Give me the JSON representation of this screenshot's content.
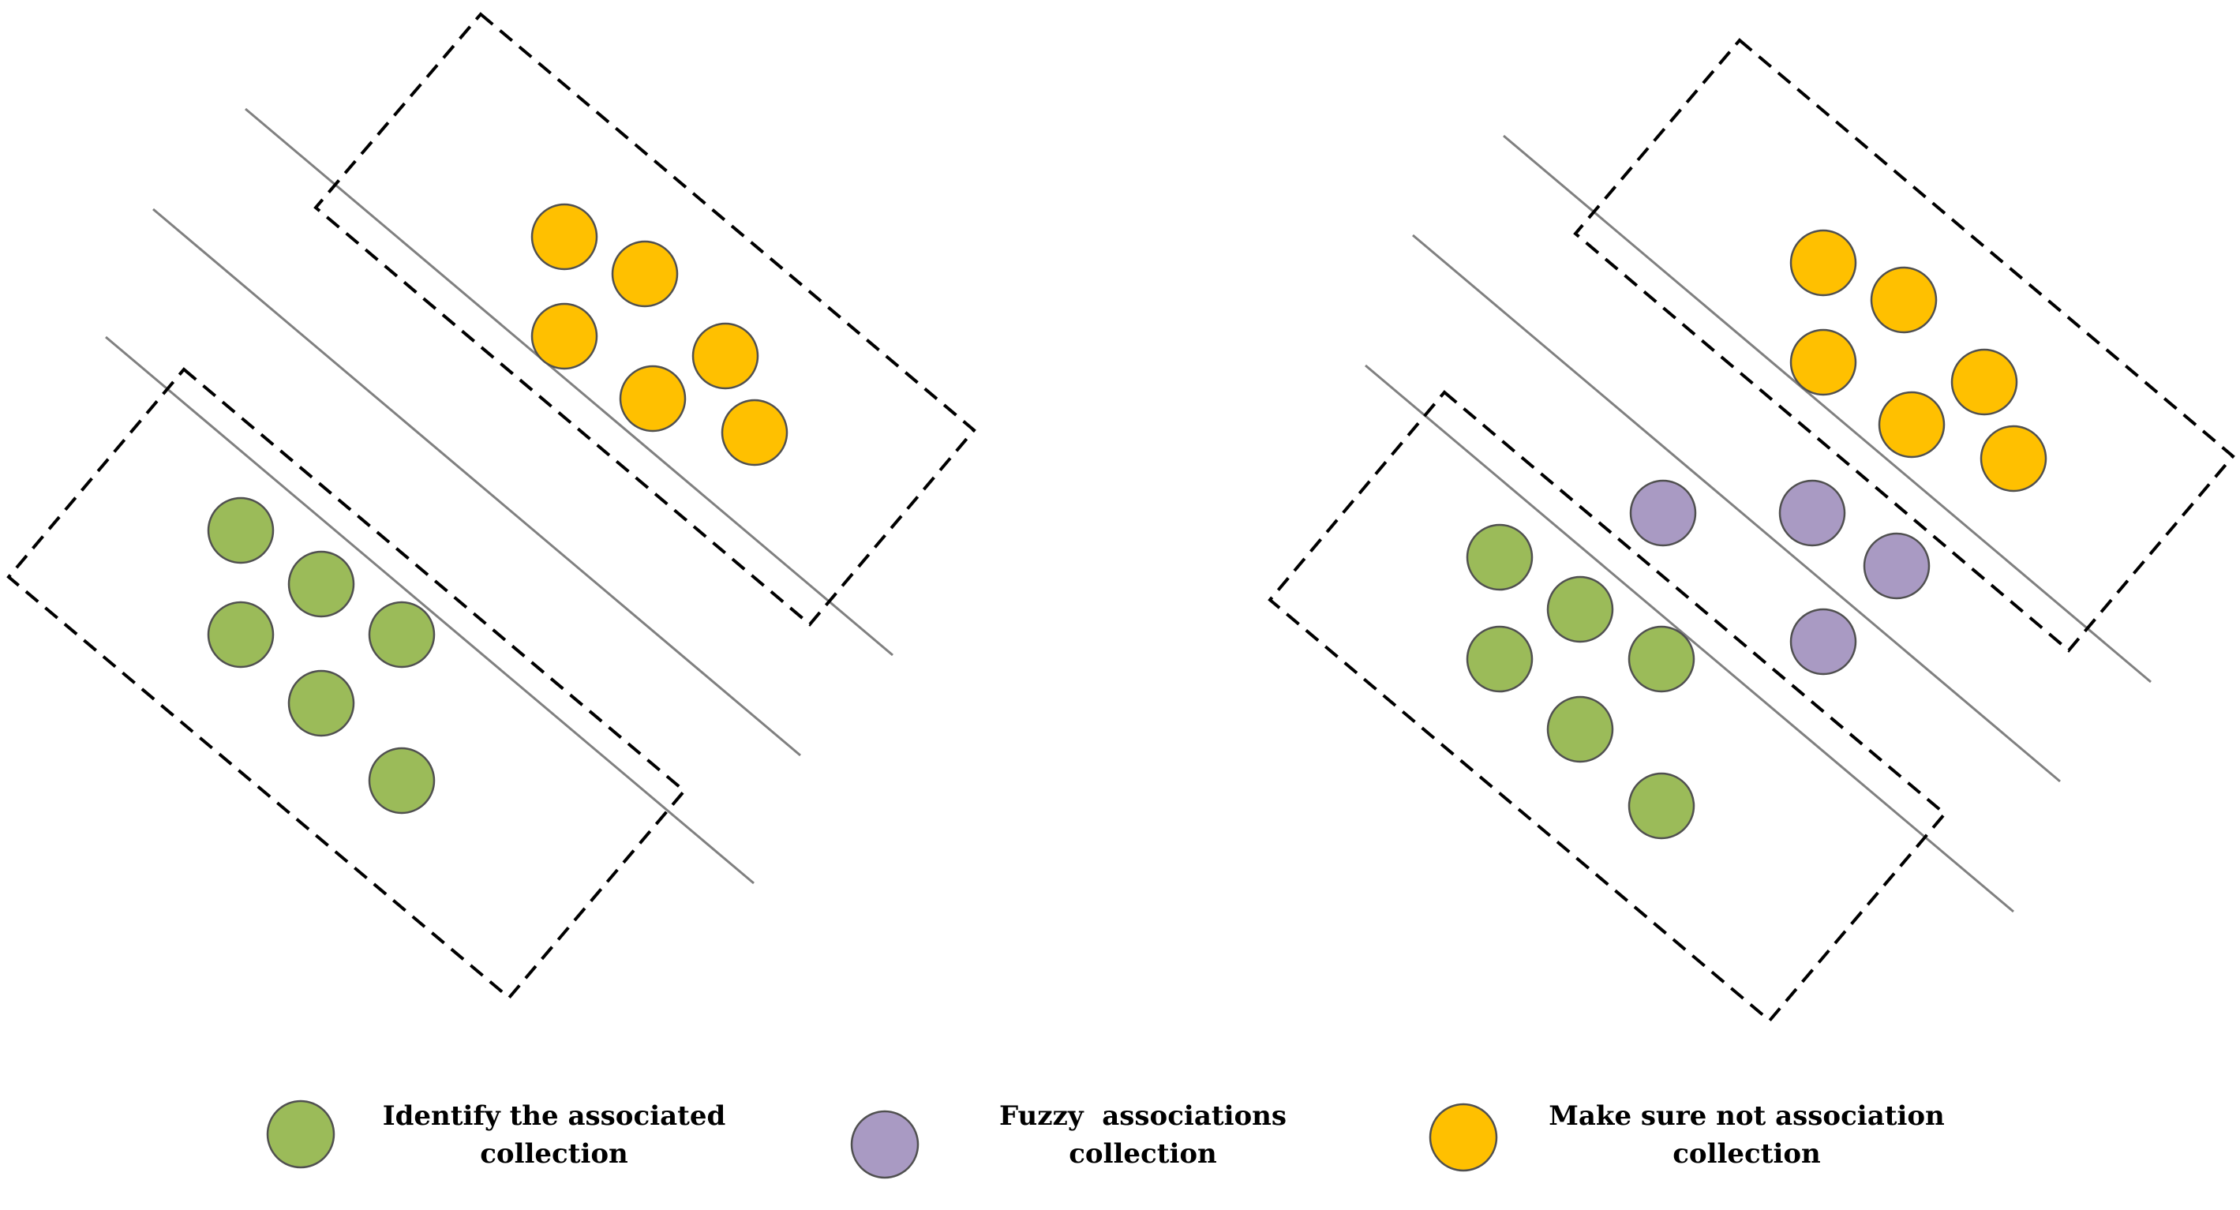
{
  "colors": {
    "green": "#9bbb59",
    "purple": "#a99ac3",
    "orange": "#ffc000",
    "line": "#808080",
    "dash": "#000000"
  },
  "panels": [
    {
      "name": "left-panel",
      "clusters": [
        {
          "kind": "green",
          "count": 6
        },
        {
          "kind": "orange",
          "count": 6
        }
      ]
    },
    {
      "name": "right-panel",
      "clusters": [
        {
          "kind": "green",
          "count": 6
        },
        {
          "kind": "purple",
          "count": 4
        },
        {
          "kind": "orange",
          "count": 6
        }
      ]
    }
  ],
  "legend": [
    {
      "kind": "green",
      "line1": "Identify the associated",
      "line2": "collection"
    },
    {
      "kind": "purple",
      "line1": "Fuzzy  associations",
      "line2": "collection"
    },
    {
      "kind": "orange",
      "line1": "Make sure not association",
      "line2": "collection"
    }
  ]
}
